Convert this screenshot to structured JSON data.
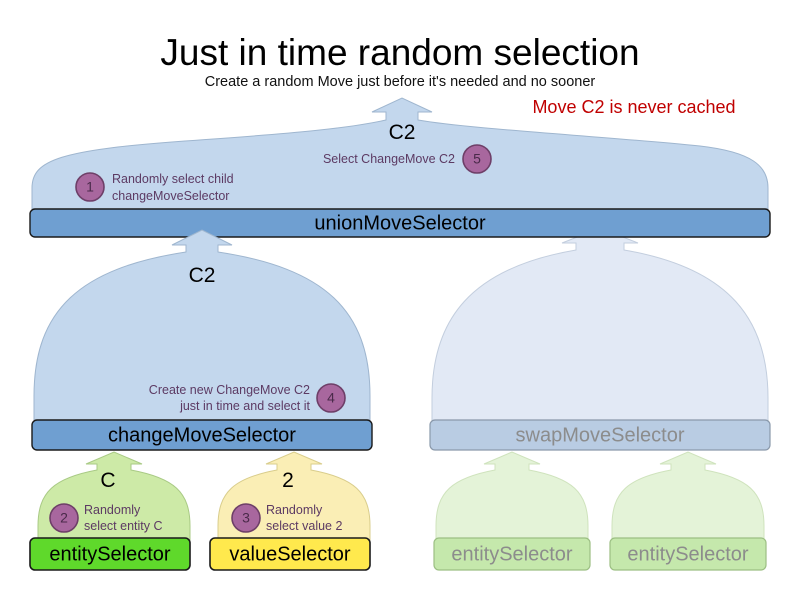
{
  "header": {
    "title": "Just in time random selection",
    "subtitle": "Create a random Move just before it's needed and no sooner",
    "note": "Move C2 is never cached",
    "note_color": "#c00000"
  },
  "colors": {
    "blue_box": "#6f9fd1",
    "blue_funnel": "#c3d7ed",
    "faded_blue_box": "#b9cce3",
    "faded_blue_funnel": "#e2e9f5",
    "green_box": "#5fd92b",
    "green_funnel": "#cdeaa7",
    "faded_green_box": "#c5e8ac",
    "faded_green_funnel": "#e4f3d8",
    "yellow_box": "#ffe94d",
    "yellow_funnel": "#faeeb5",
    "badge_fill": "#a8679e",
    "badge_stroke": "#6e3f68",
    "annotation_text": "#5c3a63",
    "faded_text": "#8c8c8c"
  },
  "nodes": {
    "union": {
      "label": "unionMoveSelector",
      "state": "active"
    },
    "change": {
      "label": "changeMoveSelector",
      "state": "active"
    },
    "swap": {
      "label": "swapMoveSelector",
      "state": "faded"
    },
    "entity_c": {
      "label": "entitySelector",
      "state": "active"
    },
    "value_2": {
      "label": "valueSelector",
      "state": "active"
    },
    "swap_entity_left": {
      "label": "entitySelector",
      "state": "faded"
    },
    "swap_entity_right": {
      "label": "entitySelector",
      "state": "faded"
    }
  },
  "flow_labels": {
    "union_out": "C2",
    "change_out": "C2",
    "entity_out": "C",
    "value_out": "2"
  },
  "annotations": [
    {
      "number": "1",
      "lines": [
        "Randomly select child",
        "changeMoveSelector"
      ],
      "align": "left",
      "parent": "unionMoveSelector"
    },
    {
      "number": "5",
      "lines": [
        "Select ChangeMove C2"
      ],
      "align": "right",
      "parent": "unionMoveSelector"
    },
    {
      "number": "4",
      "lines": [
        "Create new ChangeMove C2",
        "just in time and select it"
      ],
      "align": "right",
      "parent": "changeMoveSelector"
    },
    {
      "number": "2",
      "lines": [
        "Randomly",
        "select entity C"
      ],
      "align": "left",
      "parent": "entitySelector"
    },
    {
      "number": "3",
      "lines": [
        "Randomly",
        "select value 2"
      ],
      "align": "left",
      "parent": "valueSelector"
    }
  ]
}
